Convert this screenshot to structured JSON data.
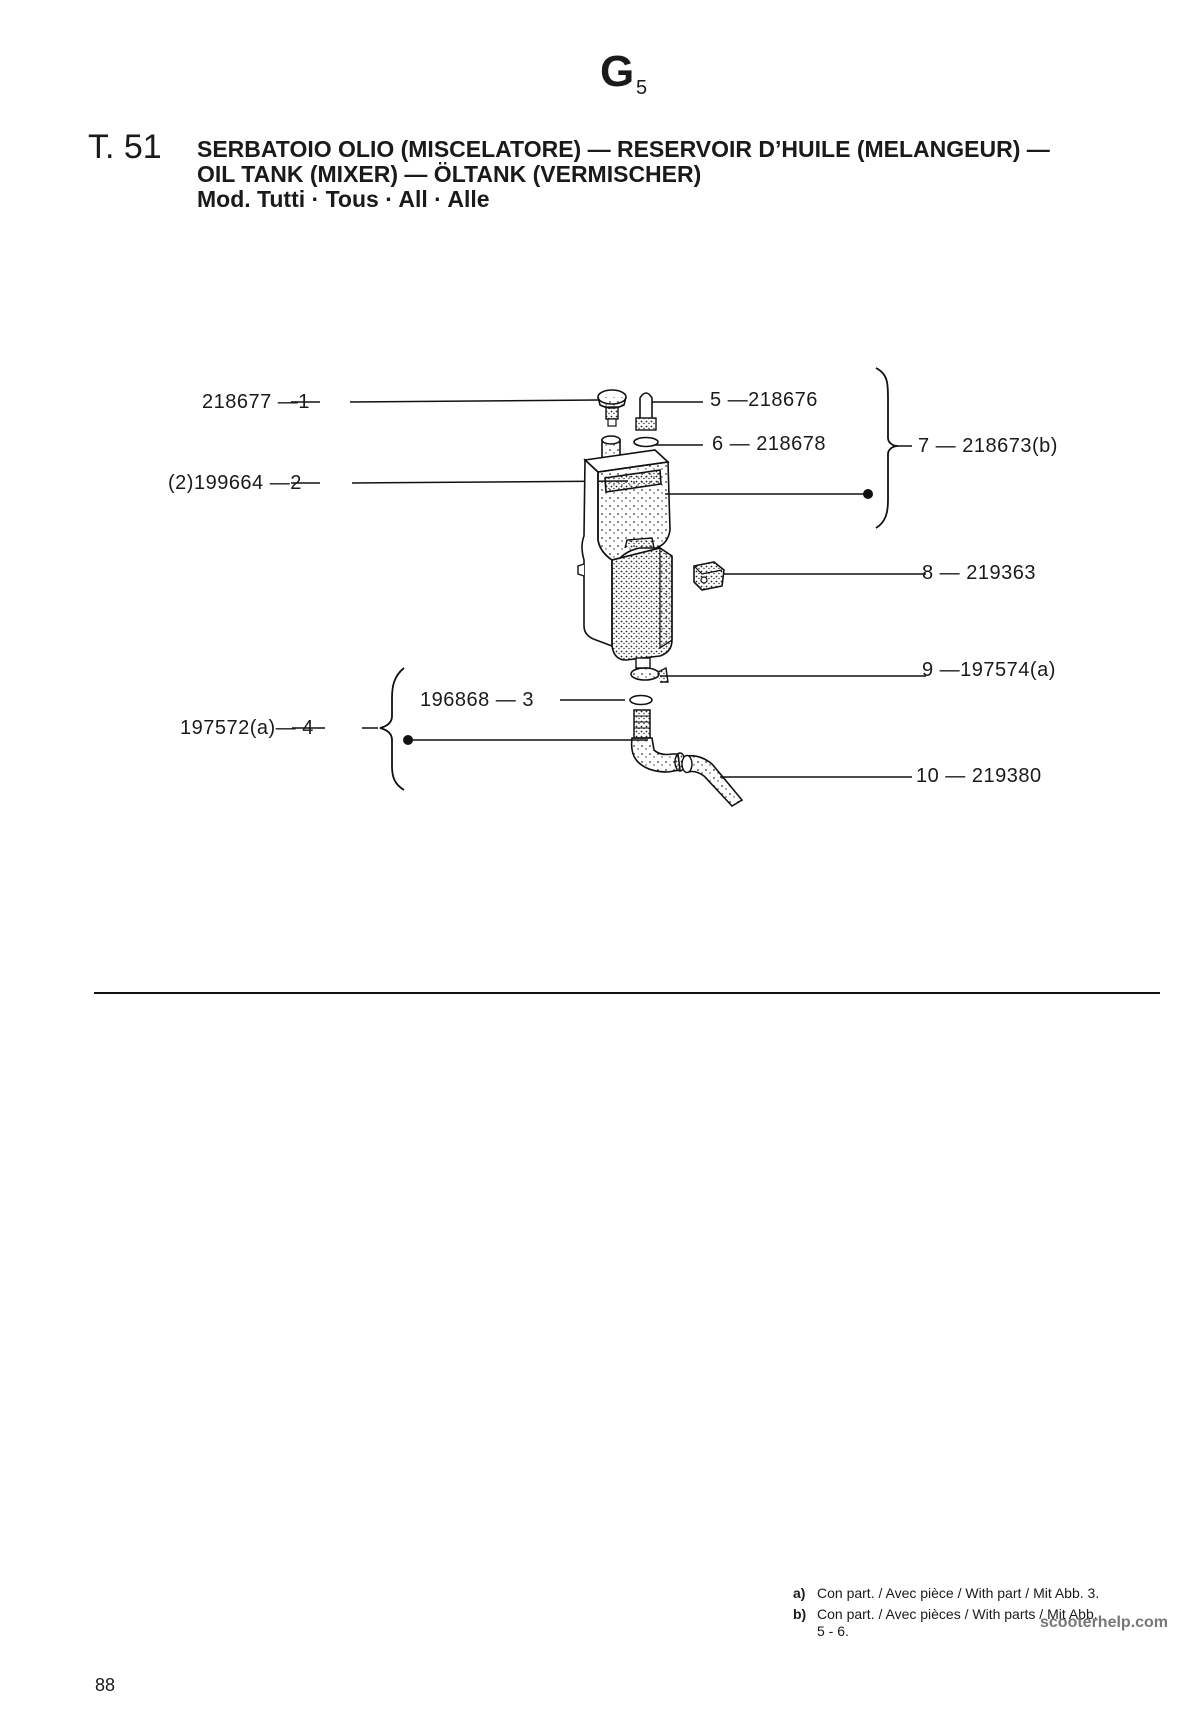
{
  "header": {
    "section_letter": "G",
    "section_number": "5",
    "table_number": "T. 51",
    "title_line1": "SERBATOIO OLIO (MISCELATORE) — RESERVOIR D’HUILE (MELANGEUR) —",
    "title_line2": "OIL TANK (MIXER) — ÖLTANK (VERMISCHER)",
    "title_line3": "Mod. Tutti · Tous · All · Alle"
  },
  "callouts": [
    {
      "item": "1",
      "part": "218677",
      "text": "218677 —1"
    },
    {
      "item": "2",
      "part": "(2)199664",
      "text": "(2)199664 —2"
    },
    {
      "item": "3",
      "part": "196868",
      "text": "196868 — 3"
    },
    {
      "item": "4",
      "part": "197572(a)",
      "text": "197572(a)— 4"
    },
    {
      "item": "5",
      "part": "218676",
      "text": "5 —218676"
    },
    {
      "item": "6",
      "part": "218678",
      "text": "6 — 218678"
    },
    {
      "item": "7",
      "part": "218673(b)",
      "text": "7 — 218673(b)"
    },
    {
      "item": "8",
      "part": "219363",
      "text": "8 — 219363"
    },
    {
      "item": "9",
      "part": "197574(a)",
      "text": "9 —197574(a)"
    },
    {
      "item": "10",
      "part": "219380",
      "text": "10 — 219380"
    }
  ],
  "footnotes": [
    {
      "mark": "a)",
      "text": "Con part. / Avec pièce / With part / Mit Abb. 3."
    },
    {
      "mark": "b)",
      "text": "Con part. / Avec pièces / With parts / Mit Abb."
    },
    {
      "mark": "",
      "text": "5 - 6."
    }
  ],
  "page_number": "88",
  "watermark": "scooterhelp.com"
}
